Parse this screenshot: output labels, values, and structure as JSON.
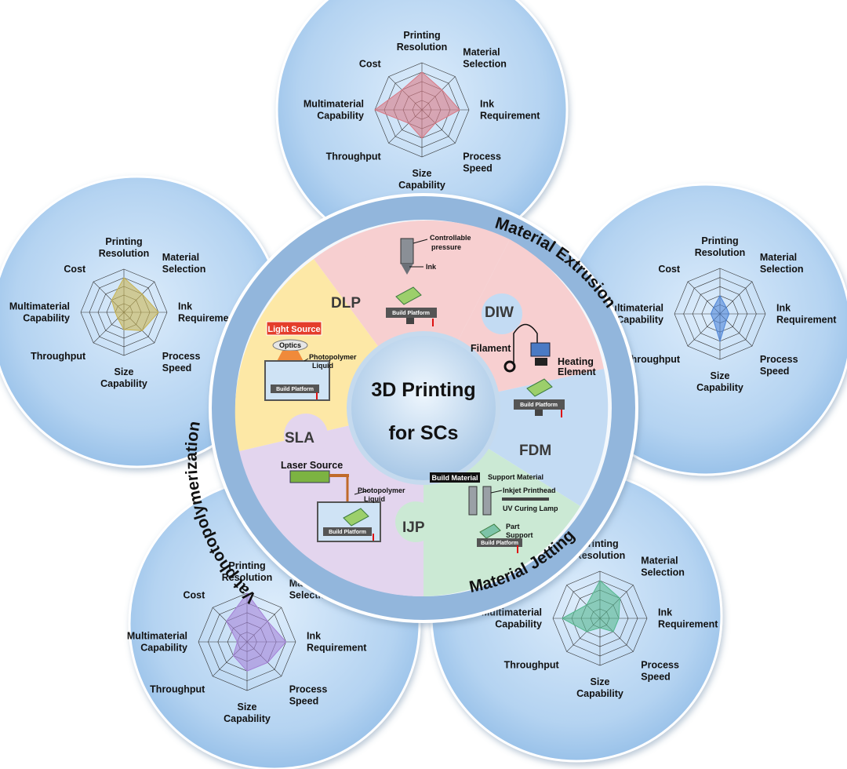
{
  "center": {
    "line1": "3D Printing",
    "line2": "for SCs"
  },
  "categories": {
    "material_extrusion": "Material Extrusion",
    "vat": "Vat photopolymerization",
    "material_jetting": "Material Jetting"
  },
  "processes": {
    "dlp": "DLP",
    "diw": "DIW",
    "fdm": "FDM",
    "ijp": "IJP",
    "sla": "SLA"
  },
  "labels": {
    "controllable_pressure": [
      "Controllable",
      "pressure"
    ],
    "ink": "Ink",
    "build_platform": "Build Platform",
    "filament": "Filament",
    "heating_element": [
      "Heating",
      "Element"
    ],
    "light_source": "Light Source",
    "optics": "Optics",
    "photopolymer_liquid": [
      "Photopolymer",
      "Liquid"
    ],
    "laser_source": "Laser Source",
    "build_material": "Build Material",
    "support_material": "Support Material",
    "inkjet_printhead": "Inkjet Printhead",
    "uv_curing_lamp": "UV Curing Lamp",
    "part": "Part",
    "support": "Support"
  },
  "radar_axes": [
    [
      "Printing",
      "Resolution"
    ],
    [
      "Material",
      "Selection"
    ],
    [
      "Ink",
      "Requirement"
    ],
    [
      "Process",
      "Speed"
    ],
    [
      "Size",
      "Capability"
    ],
    [
      "Throughput"
    ],
    [
      "Multimaterial",
      "Capability"
    ],
    [
      "Cost"
    ]
  ],
  "colors": {
    "petal": "#a9cdee",
    "ring": "#9dbde0",
    "dlp": "#fde8a6",
    "diw_top": "#f7cfd0",
    "fdm": "#c3dbf3",
    "ijp": "#cbe9d4",
    "sla": "#e3d5ee"
  },
  "chart_data": [
    {
      "type": "radar",
      "process": "DIW (Material Extrusion, top)",
      "color": "#d97a86",
      "levels": 5,
      "values": [
        4,
        3,
        4,
        2,
        3,
        2,
        5,
        3
      ]
    },
    {
      "type": "radar",
      "process": "FDM (Material Extrusion, right)",
      "color": "#4f86d8",
      "levels": 5,
      "values": [
        2,
        1,
        1,
        1,
        3,
        1,
        1,
        1
      ]
    },
    {
      "type": "radar",
      "process": "IJP (Material Jetting, bottom right)",
      "color": "#56b890",
      "levels": 5,
      "values": [
        4,
        3,
        2,
        2,
        1,
        2,
        4,
        2
      ]
    },
    {
      "type": "radar",
      "process": "SLA (Vat photopolymerization, bottom left)",
      "color": "#a583d8",
      "levels": 5,
      "values": [
        5,
        3,
        4,
        3,
        3,
        2,
        1,
        3
      ]
    },
    {
      "type": "radar",
      "process": "DLP (Vat photopolymerization, top left)",
      "color": "#c8b454",
      "levels": 5,
      "values": [
        4,
        3,
        4,
        3,
        2,
        1,
        1,
        2
      ]
    }
  ]
}
